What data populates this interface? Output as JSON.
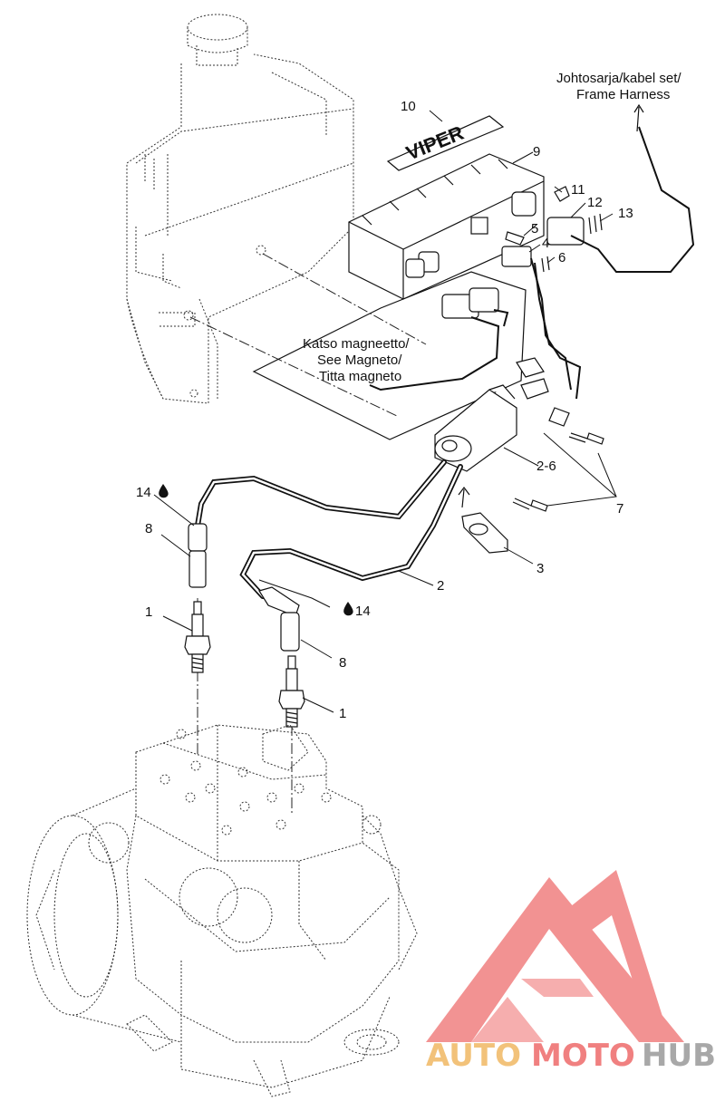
{
  "labels": {
    "harness_line1": "Johtosarja/kabel set/",
    "harness_line2": "Frame Harness",
    "magneto_line1": "Katso magneetto/",
    "magneto_line2": "See Magneto/",
    "magneto_line3": "Titta magneto",
    "callouts": {
      "c1a": "1",
      "c1b": "1",
      "c2": "2",
      "c2_6": "2-6",
      "c3": "3",
      "c4": "4",
      "c5": "5",
      "c6": "6",
      "c7": "7",
      "c8a": "8",
      "c8b": "8",
      "c9": "9",
      "c10": "10",
      "c11": "11",
      "c12": "12",
      "c13": "13",
      "c14a": "14",
      "c14b": "14"
    },
    "decal_text": "VIPER"
  },
  "watermark": {
    "part1": "AUTO",
    "part2": "MOTO",
    "part3": "HUB",
    "colors": {
      "auto": "#f2c27a",
      "moto": "#f08080",
      "hub": "#a8a8a8",
      "triangle": "#f08080"
    }
  },
  "icons": {
    "grease_drop_1": "drop-icon",
    "grease_drop_2": "drop-icon"
  }
}
